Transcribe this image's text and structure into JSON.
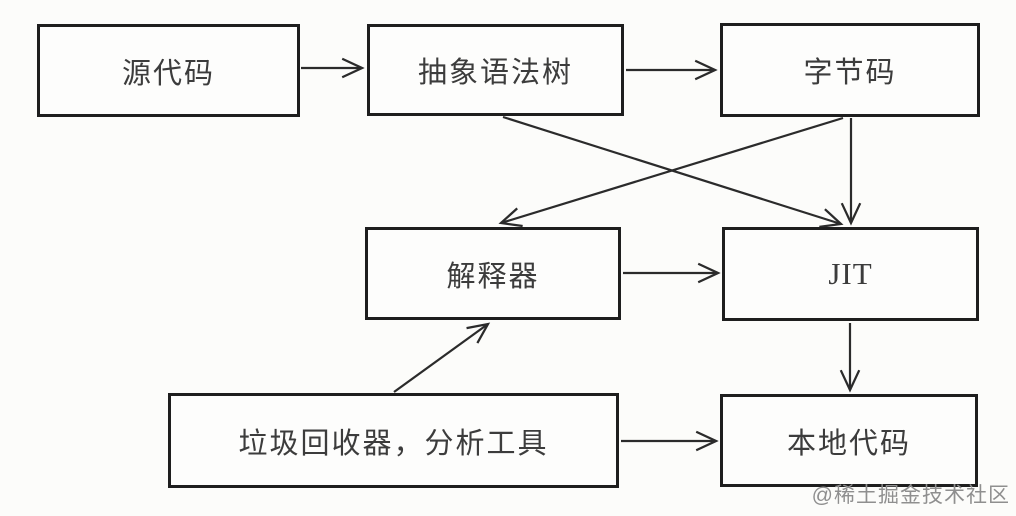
{
  "diagram": {
    "title": "javascript-engine-pipeline-flowchart",
    "nodes": [
      {
        "id": "source",
        "label": "源代码"
      },
      {
        "id": "ast",
        "label": "抽象语法树"
      },
      {
        "id": "bytecode",
        "label": "字节码"
      },
      {
        "id": "interpreter",
        "label": "解释器"
      },
      {
        "id": "jit",
        "label": "JIT"
      },
      {
        "id": "gc",
        "label": "垃圾回收器，分析工具"
      },
      {
        "id": "native",
        "label": "本地代码"
      }
    ],
    "edges": [
      {
        "from": "source",
        "to": "ast"
      },
      {
        "from": "ast",
        "to": "bytecode"
      },
      {
        "from": "ast",
        "to": "jit"
      },
      {
        "from": "bytecode",
        "to": "interpreter"
      },
      {
        "from": "bytecode",
        "to": "jit"
      },
      {
        "from": "interpreter",
        "to": "jit"
      },
      {
        "from": "jit",
        "to": "native"
      },
      {
        "from": "gc",
        "to": "interpreter"
      },
      {
        "from": "gc",
        "to": "native"
      }
    ],
    "colors": {
      "line": "#2b2b2b",
      "box_border": "#1e1e1e",
      "text": "#3c3c3c",
      "background": "#fcfcfa",
      "watermark": "#8f8f8f"
    }
  },
  "watermark": {
    "text": "@稀土掘金技术社区"
  }
}
